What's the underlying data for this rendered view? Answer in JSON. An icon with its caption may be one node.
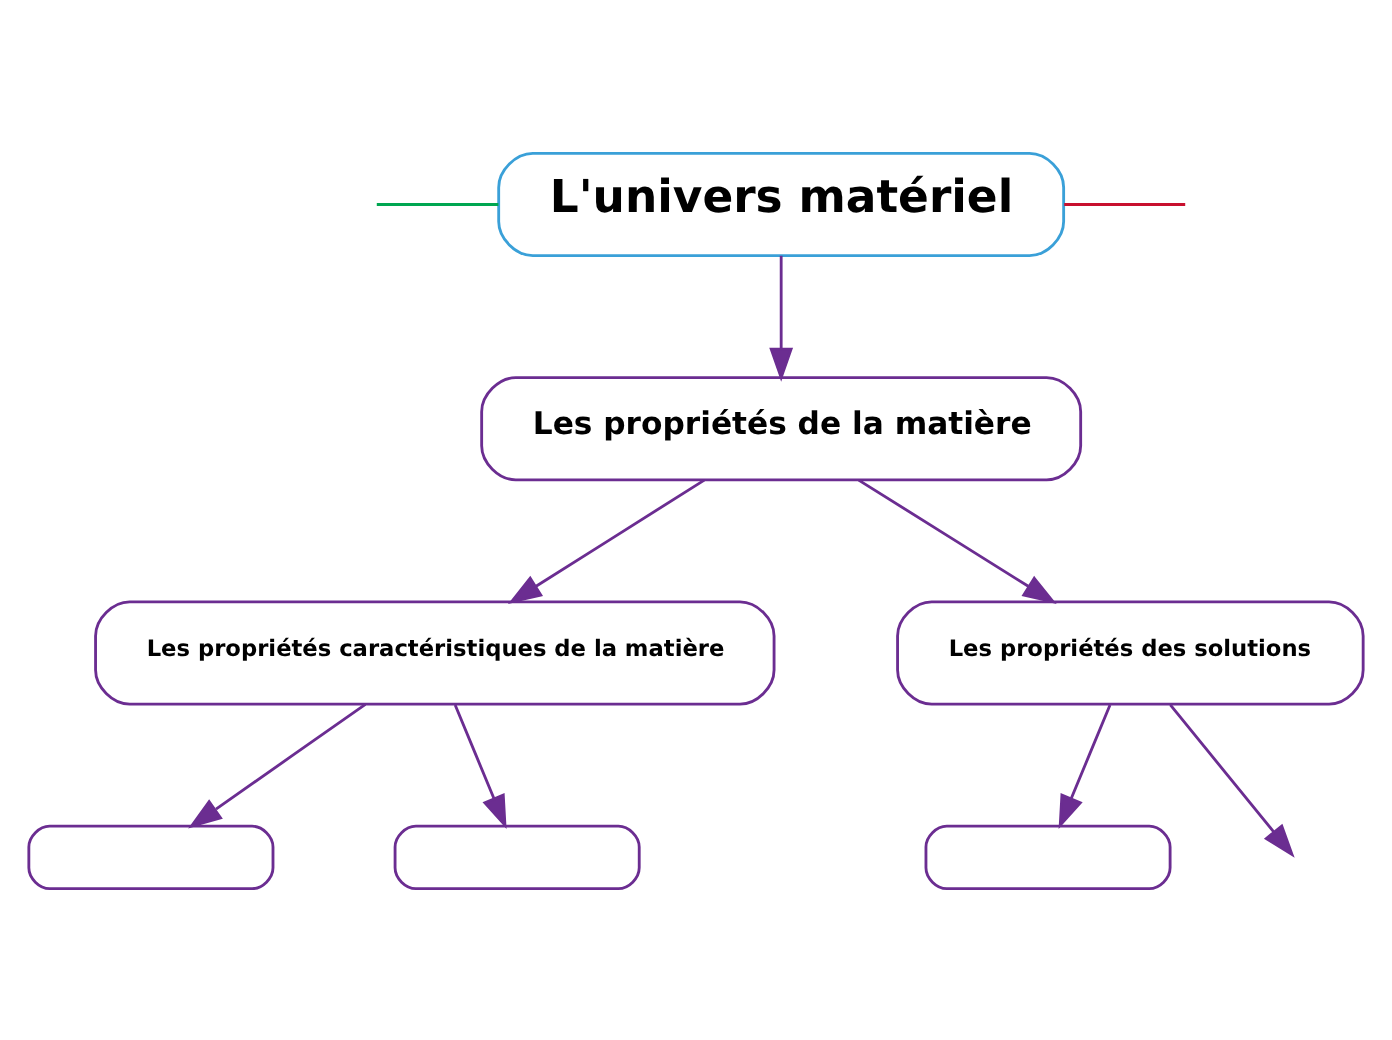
{
  "diagram": {
    "nodes": [
      {
        "text": [
          "L'univers matériel"
        ]
      },
      {
        "text": [
          "Les propriétés de la matière"
        ]
      },
      {
        "text": [
          "Les propriétés caractéristiques de la matière"
        ]
      },
      {
        "text": [
          "Les propriétés des solutions"
        ]
      },
      {
        "text": [],
        "shape": "box"
      },
      {
        "text": [],
        "shape": "box"
      },
      {
        "text": [],
        "shape": "box"
      }
    ],
    "edges": [
      {
        "from": null,
        "to": 0,
        "arrow": "none",
        "color": "#00a651"
      },
      {
        "from": 0,
        "to": 1,
        "arrow": "to"
      },
      {
        "from": 0,
        "to": null,
        "arrow": "none",
        "color": "#c8102e"
      },
      {
        "from": 1,
        "to": 2,
        "arrow": "to"
      },
      {
        "from": 1,
        "to": 3,
        "arrow": "to"
      },
      {
        "from": 2,
        "to": 4,
        "arrow": "to"
      },
      {
        "from": 2,
        "to": 5,
        "arrow": "to"
      },
      {
        "from": 3,
        "to": 6,
        "arrow": "to"
      },
      {
        "from": 3,
        "to": null,
        "arrow": "to"
      }
    ]
  }
}
